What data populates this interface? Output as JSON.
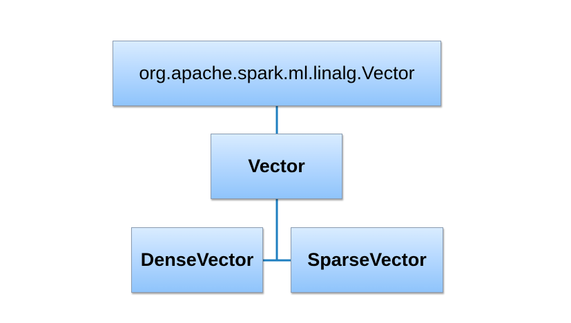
{
  "diagram": {
    "nodes": {
      "root": {
        "label": "org.apache.spark.ml.linalg.Vector"
      },
      "vector": {
        "label": "Vector"
      },
      "dense": {
        "label": "DenseVector"
      },
      "sparse": {
        "label": "SparseVector"
      }
    },
    "edges": [
      {
        "from": "root",
        "to": "vector"
      },
      {
        "from": "vector",
        "to": "dense"
      },
      {
        "from": "vector",
        "to": "sparse"
      }
    ],
    "colors": {
      "connector": "#1f7fc0",
      "node_top": "#d9ecff",
      "node_bottom": "#8fc4fb",
      "node_border": "#8a9bb0"
    }
  }
}
